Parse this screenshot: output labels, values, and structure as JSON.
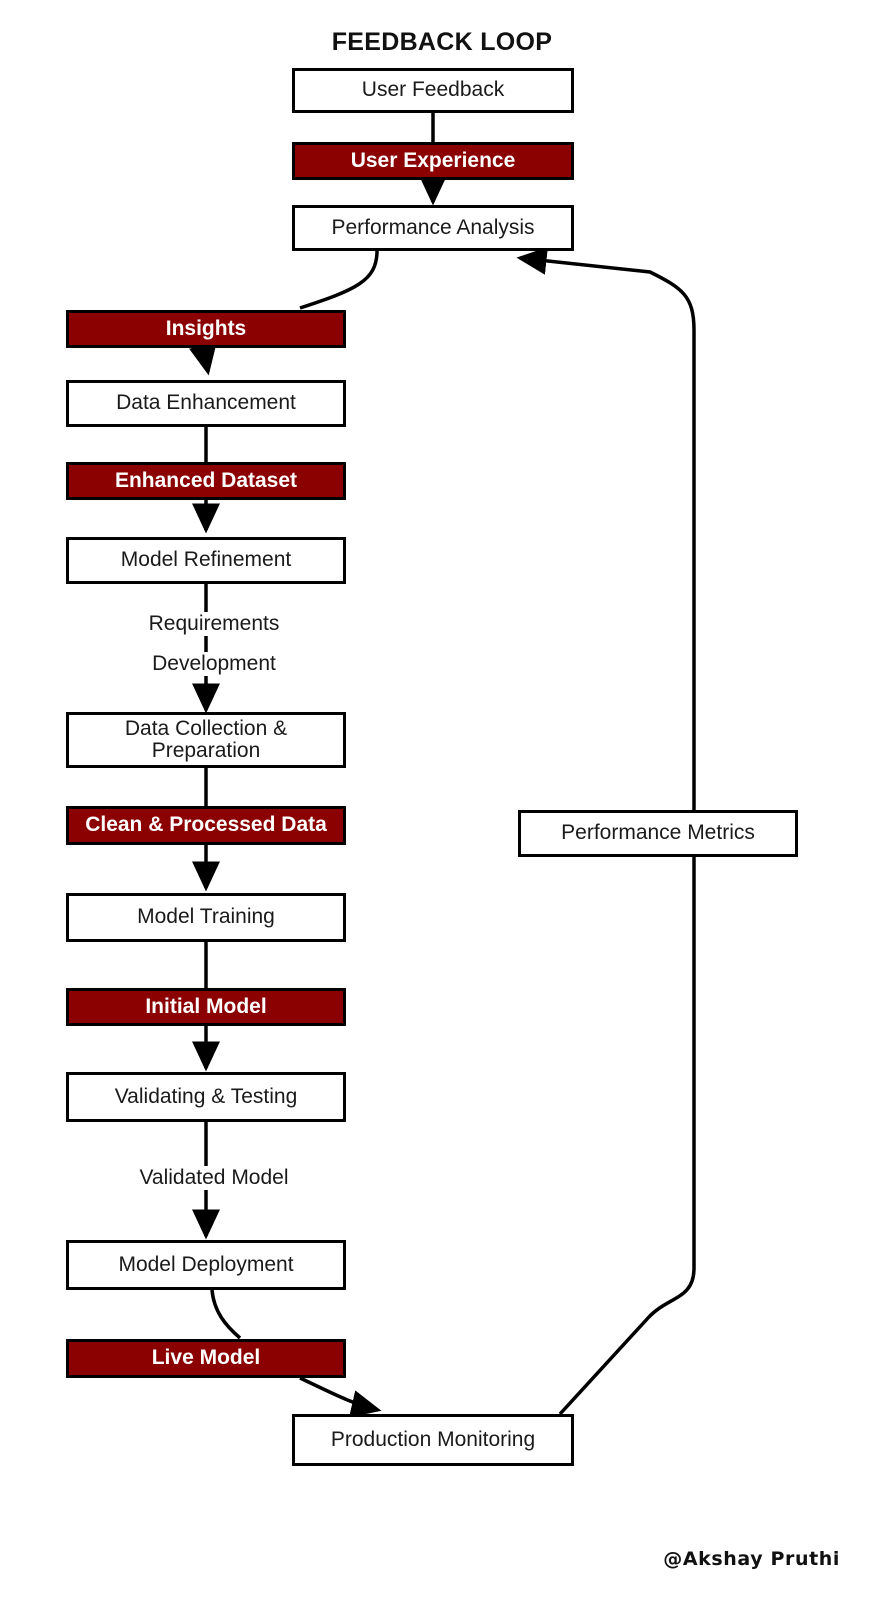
{
  "diagram": {
    "title": "FEEDBACK LOOP",
    "signature": "@Akshay Pruthi",
    "colors": {
      "artifact_fill": "#8B0000",
      "process_fill": "#FFFFFF",
      "stroke": "#000000",
      "artifact_text": "#FFFFFF",
      "process_text": "#1A1A1A"
    }
  },
  "nodes": {
    "user_feedback": "User Feedback",
    "user_experience": "User Experience",
    "performance_analysis": "Performance Analysis",
    "insights": "Insights",
    "data_enhancement": "Data Enhancement",
    "enhanced_dataset": "Enhanced Dataset",
    "model_refinement": "Model Refinement",
    "data_collection": "Data Collection &\nPreparation",
    "clean_processed_data": "Clean & Processed Data",
    "model_training": "Model Training",
    "initial_model": "Initial Model",
    "validating_testing": "Validating & Testing",
    "model_deployment": "Model Deployment",
    "live_model": "Live Model",
    "production_monitoring": "Production Monitoring",
    "performance_metrics": "Performance Metrics"
  },
  "edge_labels": {
    "requirements": "Requirements",
    "development": "Development",
    "validated_model": "Validated Model"
  }
}
